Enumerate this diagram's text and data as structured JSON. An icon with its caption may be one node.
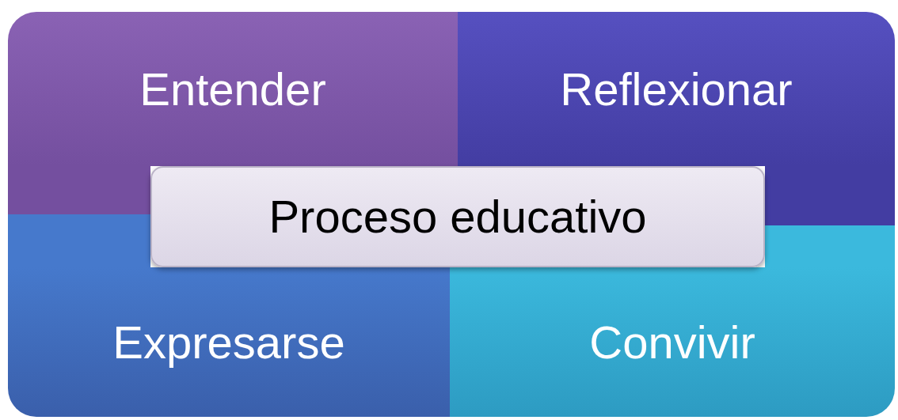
{
  "diagram": {
    "nodes": [
      {
        "text": [
          "Entender"
        ]
      },
      {
        "text": [
          "Reflexionar"
        ]
      },
      {
        "text": [
          "Expresarse"
        ]
      },
      {
        "text": [
          "Convivir"
        ]
      },
      {
        "text": [
          "Proceso educativo"
        ]
      }
    ]
  }
}
